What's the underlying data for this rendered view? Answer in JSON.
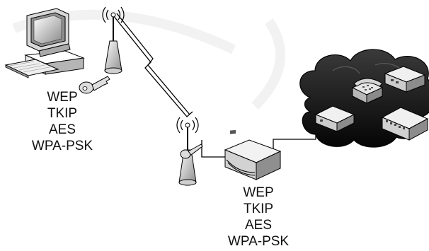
{
  "labels": {
    "client": [
      "WEP",
      "TKIP",
      "AES",
      "WPA-PSK"
    ],
    "gateway": [
      "WEP",
      "TKIP",
      "AES",
      "WPA-PSK"
    ]
  },
  "icons": {
    "client": "computer-icon",
    "client_ap": "wireless-antenna-icon",
    "gateway_ap": "wireless-antenna-icon",
    "router": "router-icon",
    "network": "cloud-icon"
  },
  "colors": {
    "line": "#000000",
    "cloud_fill": "#1f1f1f",
    "device_fill": "#e8e8e8",
    "device_shade": "#9a9a9a"
  }
}
